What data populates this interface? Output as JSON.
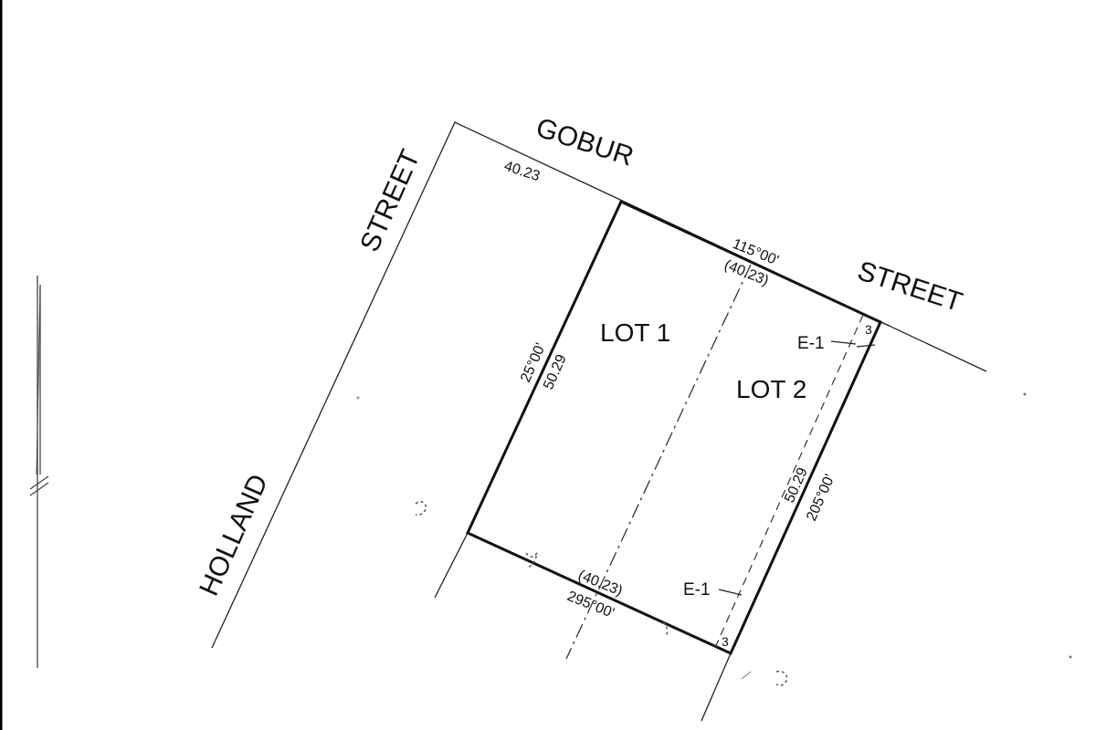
{
  "streets": {
    "gobur": "GOBUR",
    "street_upper": "STREET",
    "street_right": "STREET",
    "holland": "HOLLAND"
  },
  "lots": {
    "lot1": "LOT 1",
    "lot2": "LOT 2"
  },
  "dimensions": {
    "frontage_west": "40.23",
    "frontage_bearing": "115°00'",
    "frontage_lot": "(40.23)",
    "west_bearing": "25°00'",
    "west_length": "50.29",
    "east_length": "50.29",
    "east_bearing": "205°00'",
    "south_length": "(40.23)",
    "south_bearing": "295°00'"
  },
  "easements": {
    "top": "E-1",
    "bottom": "E-1",
    "width_top": "3",
    "width_bottom": "3"
  }
}
